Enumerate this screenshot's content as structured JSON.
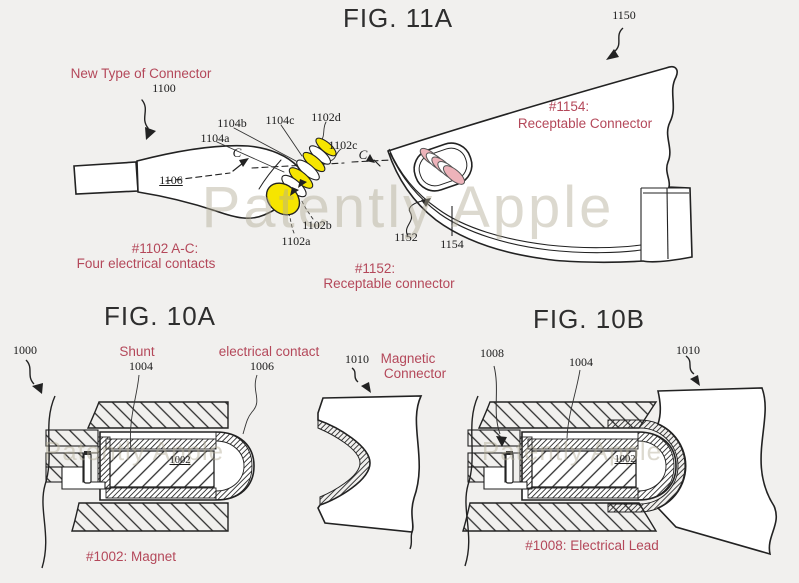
{
  "page": {
    "background": "#f1f0ee",
    "watermark": "Patently Apple"
  },
  "colors": {
    "annotation_red": "#b4485a",
    "line": "#2d2d2d",
    "contact_yellow": "#f6e500",
    "contact_pink": "#edb3ba",
    "watermark_gray": "#b8b09a"
  },
  "fig11a": {
    "title": "FIG. 11A",
    "annotations": {
      "new_type": "New Type of Connector",
      "contacts_line1": "#1102 A-C:",
      "contacts_line2": "Four electrical contacts",
      "r1154_line1": "#1154:",
      "r1154_line2": "Receptable Connector",
      "r1152_line1": "#1152:",
      "r1152_line2": "Receptable connector"
    },
    "ref_numbers": {
      "r1100": "1100",
      "r1150": "1150",
      "r1102a": "1102a",
      "r1102b": "1102b",
      "r1102c": "1102c",
      "r1102d": "1102d",
      "r1104a": "1104a",
      "r1104b": "1104b",
      "r1104c": "1104c",
      "r1106": "1106",
      "r1152": "1152",
      "r1154": "1154",
      "section_c": "C"
    }
  },
  "fig10a": {
    "title": "FIG. 10A",
    "annotations": {
      "shunt": "Shunt",
      "electrical_contact": "electrical contact",
      "magnetic_line1": "Magnetic",
      "magnetic_line2": "Connector",
      "magnet_caption": "#1002: Magnet"
    },
    "ref_numbers": {
      "r1000": "1000",
      "r1004": "1004",
      "r1006": "1006",
      "r1010": "1010",
      "r1002": "1002"
    }
  },
  "fig10b": {
    "title": "FIG. 10B",
    "annotations": {
      "lead_caption": "#1008: Electrical Lead"
    },
    "ref_numbers": {
      "r1008": "1008",
      "r1004": "1004",
      "r1010": "1010",
      "r1002": "1002"
    }
  }
}
